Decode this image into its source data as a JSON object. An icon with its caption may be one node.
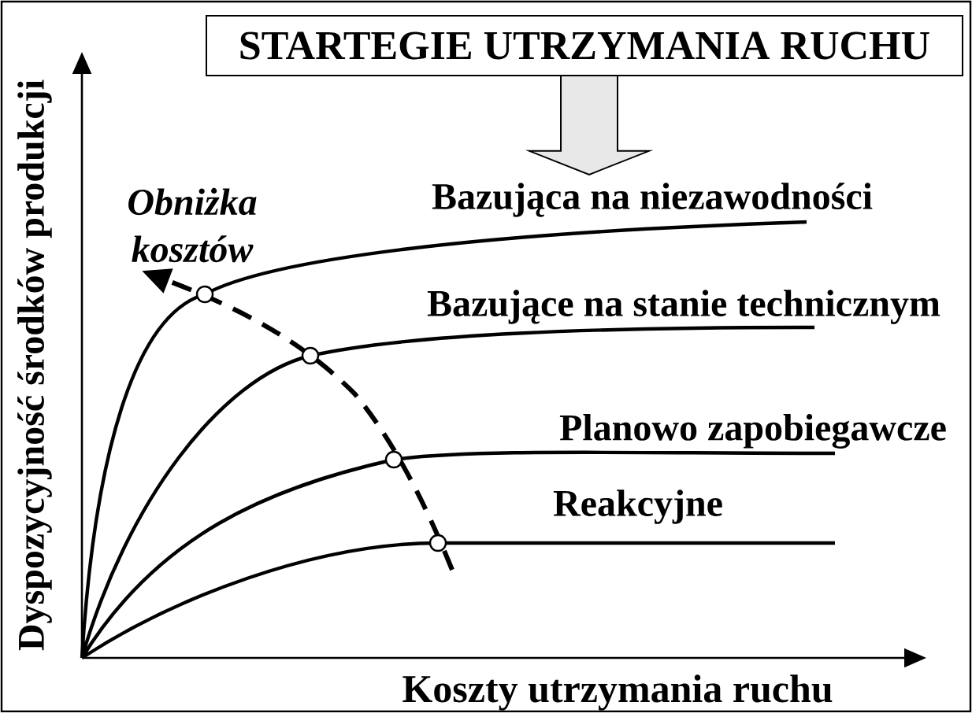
{
  "diagram": {
    "nodes": [
      {
        "text": [
          "STARTEGIE UTRZYMANIA RUCHU"
        ]
      },
      {
        "text": [
          "Bazująca na niezawodności"
        ]
      }
    ],
    "edges": [
      {
        "from": 0,
        "to": 1,
        "arrow": "to"
      }
    ],
    "labels": [
      "Dyspozycyjność środków produkcji",
      "Obniżka kosztów",
      "Bazujące na stanie technicznym",
      "Planowo zapobiegawcze",
      "Reakcyjne",
      "Koszty utrzymania ruchu"
    ]
  }
}
